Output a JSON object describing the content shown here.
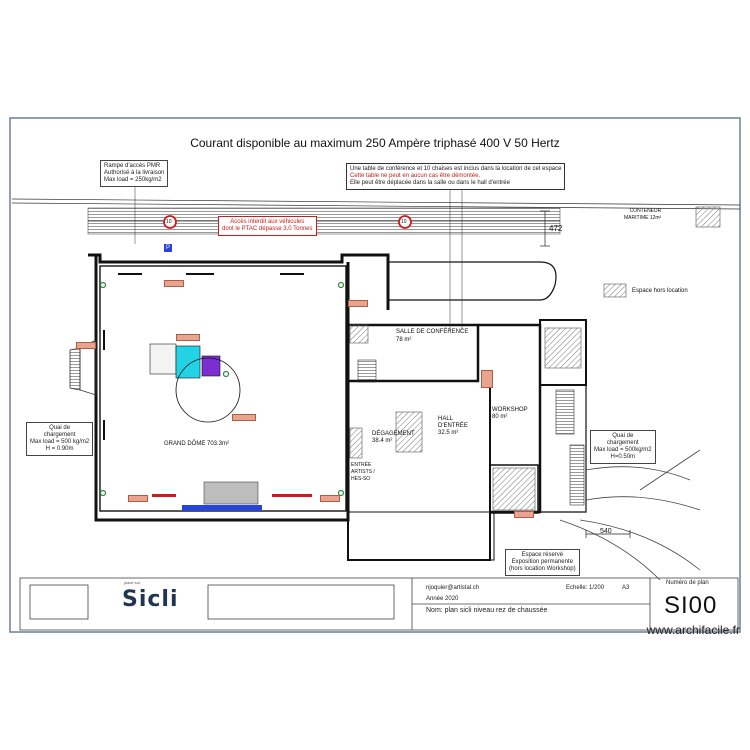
{
  "title": "Courant disponible au maximum 250 Ampère triphasé 400 V 50 Hertz",
  "watermark": "www.archifacile.fr",
  "notes": {
    "ramp": [
      "Rampe d'accès PMR",
      "Authorisé à la livraison",
      "Max load = 250kg/m2"
    ],
    "conference_table": [
      "Une table de conférence et 10 chaises est inclus dans la location de cet espace",
      "Cette table ne peut en aucun cas être démontée.",
      "Elle peut être déplacée dans la salle ou dans le hall d'entrée"
    ],
    "access_prohibited": [
      "Accès interdit aux véhicules",
      "dont le PTAC dépasse 3,0 Tonnes"
    ],
    "dock_left": [
      "Quai de",
      "chargement",
      "Max load = 500 kg/m2",
      "H = 0.90m"
    ],
    "dock_right": [
      "Quai de",
      "chargement",
      "Max load = 500kg/m2",
      "H=0.50m"
    ],
    "container": [
      "CONTENEUR",
      "MARITIME 12m²"
    ],
    "legend_hatched": "Espace hors location",
    "reserved": [
      "Espace réservé",
      "Exposition permanente",
      "(hors location Workshop)"
    ]
  },
  "dimensions": {
    "depth": "472",
    "width": "540"
  },
  "rooms": {
    "grand_dome": "GRAND DÔME 703.3m²",
    "salle_conference": "SALLE DE CONFÉRENCE",
    "salle_area": "78 m²",
    "hall": "HALL",
    "hall_entree": "D'ENTRÉE",
    "hall_area": "32.5 m²",
    "workshop": "WORKSHOP",
    "workshop_area": "80 m²",
    "degagement": "DÉGAGEMENT",
    "degagement_area": "38.4 m²",
    "entree": "ENTRÉE",
    "entree_sub1": "ARTISTS /",
    "entree_sub2": "HES-SO"
  },
  "speed_sign": "10",
  "parking_sign": "P",
  "titleblock": {
    "brand_small": "placé sur",
    "brand": "Sicli",
    "email": "njoquier@artistal.ch",
    "year": "Année 2020",
    "scale": "Echelle: 1/200",
    "format": "A3",
    "plan_name": "Nom: plan sicli niveau rez de chaussée",
    "plan_number_label": "Numéro de plan",
    "plan_number": "SI00"
  },
  "colors": {
    "frame": "#6a7f9a",
    "cyan": "#22d3e6",
    "purple": "#7b2fd0",
    "blue": "#2743d9",
    "red": "#d01a1a",
    "hatch": "#777777"
  }
}
